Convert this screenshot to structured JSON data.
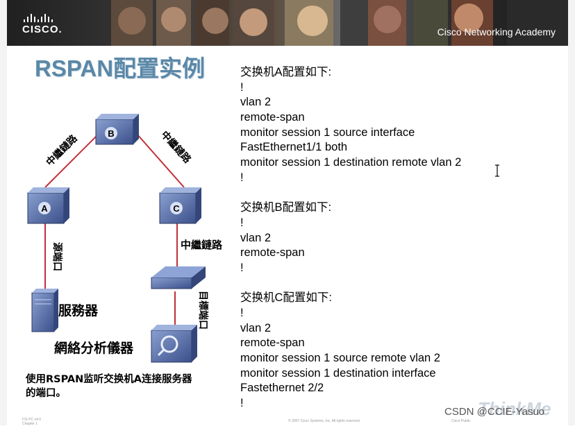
{
  "banner": {
    "logo": "CISCO.",
    "academy": "Cisco Networking Academy"
  },
  "slide": {
    "title": "RSPAN配置实例",
    "caption_line1": "使用RSPAN监听交换机A连接服务器",
    "caption_line2": "的端口。"
  },
  "diagram": {
    "switch_b": "B",
    "switch_a": "A",
    "switch_c": "C",
    "trunk_left": "中繼鏈路",
    "trunk_right": "中繼鏈路",
    "trunk_c": "中繼鏈路",
    "source_port": "源端口",
    "dest_port": "目標端口",
    "server": "服務器",
    "analyzer": "網絡分析儀器"
  },
  "config": {
    "switch_a_title": "交换机A配置如下:",
    "switch_a_lines": [
      "!",
      "vlan 2",
      "remote-span",
      "monitor session 1 source interface",
      "FastEthernet1/1 both",
      "monitor session 1 destination remote vlan 2",
      "!"
    ],
    "switch_b_title": "交换机B配置如下:",
    "switch_b_lines": [
      "!",
      "vlan 2",
      "remote-span",
      "!"
    ],
    "switch_c_title": "交换机C配置如下:",
    "switch_c_lines": [
      "!",
      "vlan 2",
      "remote-span",
      "monitor session 1 source remote vlan 2",
      "monitor session 1 destination interface",
      "Fastethernet 2/2",
      "!"
    ]
  },
  "footer": {
    "left_line1": "ITE PC v4.0",
    "left_line2": "Chapter 1",
    "copyright": "© 2007 Cisco Systems, Inc. All rights reserved.",
    "right": "Cisco Public",
    "thinkme": "ThinkMe",
    "watermark": "CSDN @CCIE-Yasuo"
  }
}
